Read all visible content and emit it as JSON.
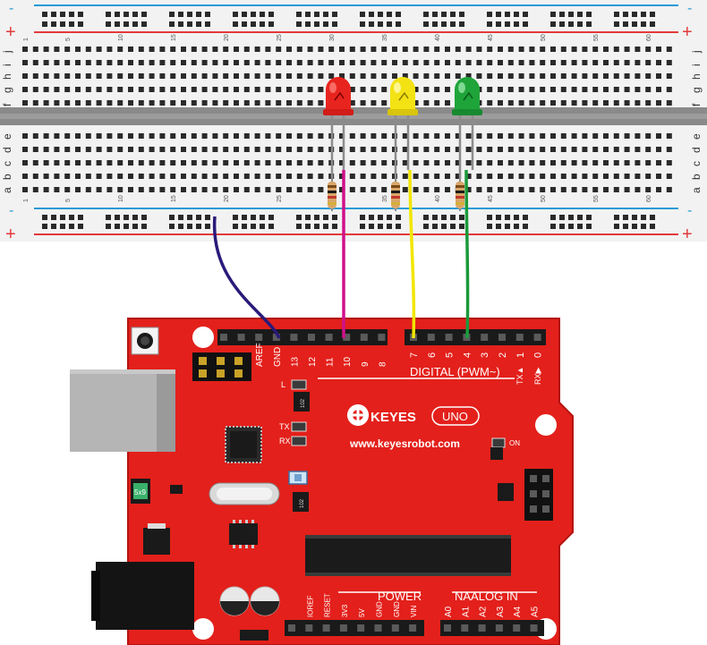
{
  "breadboard": {
    "rail_plus": "+",
    "rail_minus": "-",
    "row_letters_top": [
      "j",
      "i",
      "h",
      "g",
      "f"
    ],
    "row_letters_bottom": [
      "e",
      "d",
      "c",
      "b",
      "a"
    ],
    "column_numbers": [
      "1",
      "5",
      "10",
      "15",
      "20",
      "25",
      "30",
      "35",
      "40",
      "45",
      "50",
      "55",
      "60"
    ]
  },
  "leds": [
    {
      "name": "red-led",
      "color": "#e8241f"
    },
    {
      "name": "yellow-led",
      "color": "#f3e214"
    },
    {
      "name": "green-led",
      "color": "#1fa43a"
    }
  ],
  "wires": [
    {
      "name": "gnd-wire",
      "color": "#2a1a7a"
    },
    {
      "name": "pin10-wire",
      "color": "#d0108a"
    },
    {
      "name": "pin7-wire",
      "color": "#f2e600"
    },
    {
      "name": "pin4-wire",
      "color": "#1a9a3a"
    }
  ],
  "board": {
    "color": "#e3201b",
    "top_header_labels": [
      "AREF",
      "GND",
      "13",
      "12",
      "11",
      "10",
      "9",
      "8"
    ],
    "digital_labels": [
      "7",
      "6",
      "5",
      "4",
      "3",
      "2",
      "1",
      "0"
    ],
    "tx_marker": "TX▲",
    "rx_marker": "RX▶",
    "digital_title": "DIGITAL (PWM~)",
    "led_labels": {
      "l": "L",
      "tx": "TX",
      "rx": "RX",
      "on": "ON"
    },
    "resistor_code": "102",
    "brand": "KEYES",
    "model": "UNO",
    "website": "www.keyesrobot.com",
    "fuse_label": "5x9",
    "power_title": "POWER",
    "power_labels": [
      "IOREF",
      "RESET",
      "3V3",
      "5V",
      "GND",
      "GND",
      "VIN"
    ],
    "analog_title": "NAALOG IN",
    "analog_labels": [
      "A0",
      "A1",
      "A2",
      "A3",
      "A4",
      "A5"
    ]
  }
}
